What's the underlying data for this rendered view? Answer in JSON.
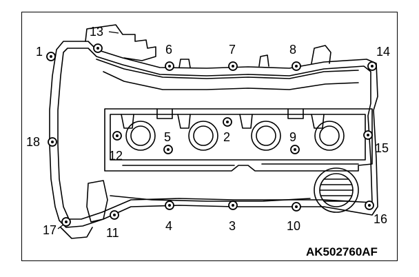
{
  "figure_code": "AK502760AF",
  "bolt_labels": [
    "1",
    "2",
    "3",
    "4",
    "5",
    "6",
    "7",
    "8",
    "9",
    "10",
    "11",
    "12",
    "13",
    "14",
    "15",
    "16",
    "17",
    "18"
  ]
}
